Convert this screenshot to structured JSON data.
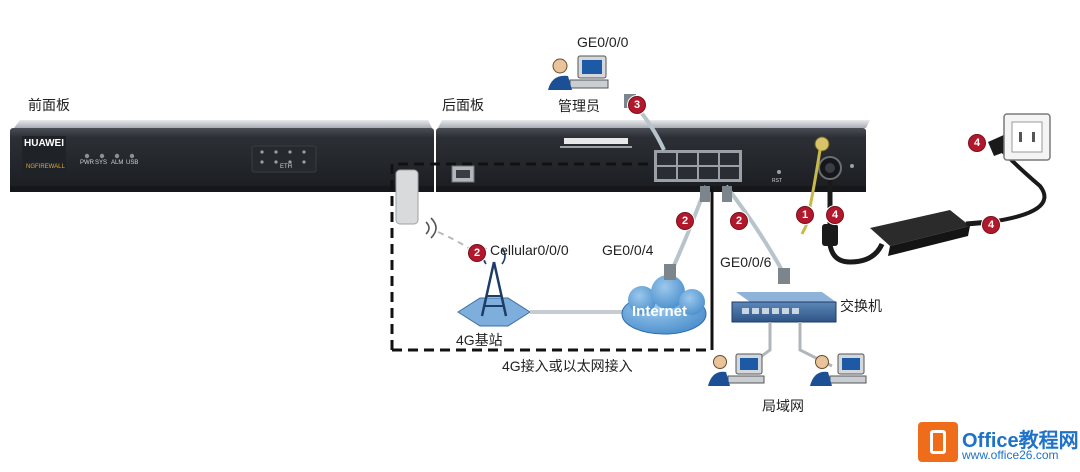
{
  "labels": {
    "front_panel": "前面板",
    "rear_panel": "后面板",
    "ge000": "GE0/0/0",
    "admin": "管理员",
    "cellular": "Cellular0/0/0",
    "ge004": "GE0/0/4",
    "ge006": "GE0/0/6",
    "switch": "交换机",
    "base_station": "4G基站",
    "access": "4G接入或以太网接入",
    "lan": "局域网",
    "internet": "Internet"
  },
  "device": {
    "brand": "HUAWEI",
    "subbrand": "NGFIREWALL",
    "leds": [
      "PWR",
      "SYS",
      "ALM",
      "USB"
    ],
    "eth_label": "ETH",
    "rst_label": "RST"
  },
  "badges": {
    "b1": "1",
    "b2a": "2",
    "b2b": "2",
    "b2c": "2",
    "b3": "3",
    "b4a": "4",
    "b4b": "4",
    "b4c": "4"
  },
  "logo": {
    "title": "Office教程网",
    "url": "www.office26.com"
  },
  "colors": {
    "badge": "#b2182b",
    "device_dark": "#2a2d33",
    "cable": "#b8c4cc",
    "logo_orange": "#ef6c1a",
    "logo_blue": "#1e73c8"
  }
}
